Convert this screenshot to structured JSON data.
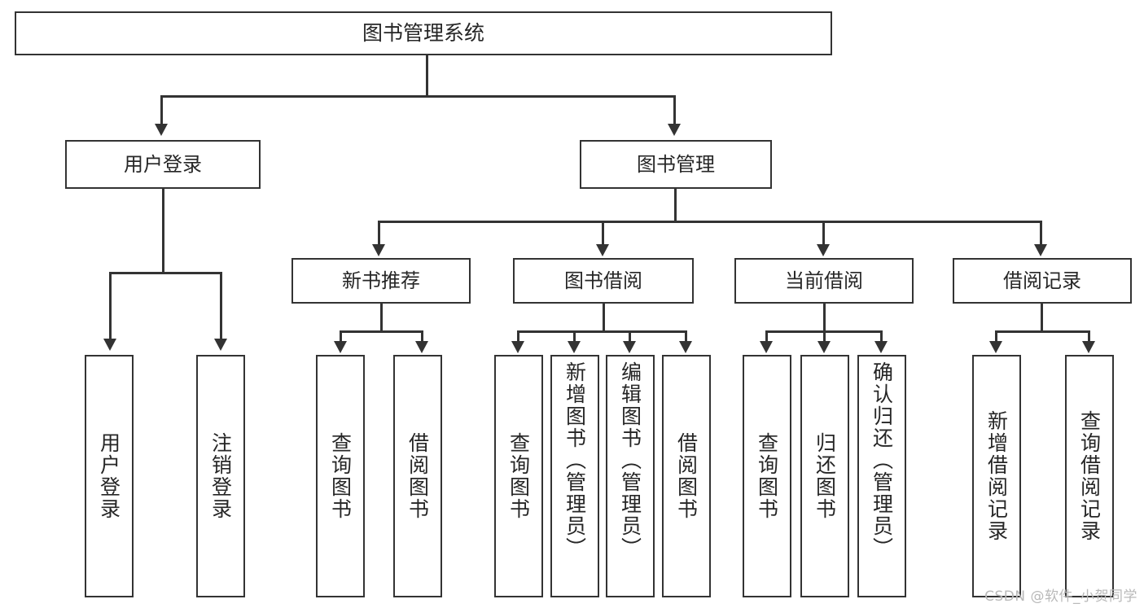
{
  "diagram": {
    "type": "tree-hierarchy",
    "title": "图书管理系统",
    "root": {
      "label": "图书管理系统"
    },
    "level2": [
      {
        "id": "user-login",
        "label": "用户登录"
      },
      {
        "id": "book-management",
        "label": "图书管理"
      }
    ],
    "level3": [
      {
        "id": "new-book-recommend",
        "label": "新书推荐",
        "parent": "book-management"
      },
      {
        "id": "book-borrow",
        "label": "图书借阅",
        "parent": "book-management"
      },
      {
        "id": "current-borrow",
        "label": "当前借阅",
        "parent": "book-management"
      },
      {
        "id": "borrow-record",
        "label": "借阅记录",
        "parent": "book-management"
      }
    ],
    "leaves": [
      {
        "id": "leaf-user-login",
        "label": "用户登录",
        "parent": "user-login"
      },
      {
        "id": "leaf-logout-login",
        "label": "注销登录",
        "parent": "user-login"
      },
      {
        "id": "leaf-query-book-1",
        "label": "查询图书",
        "parent": "new-book-recommend"
      },
      {
        "id": "leaf-borrow-book-1",
        "label": "借阅图书",
        "parent": "new-book-recommend"
      },
      {
        "id": "leaf-query-book-2",
        "label": "查询图书",
        "parent": "book-borrow"
      },
      {
        "id": "leaf-add-book",
        "label": "新增图书（管理员）",
        "parent": "book-borrow"
      },
      {
        "id": "leaf-edit-book",
        "label": "编辑图书（管理员）",
        "parent": "book-borrow"
      },
      {
        "id": "leaf-borrow-book-2",
        "label": "借阅图书",
        "parent": "book-borrow"
      },
      {
        "id": "leaf-query-book-3",
        "label": "查询图书",
        "parent": "current-borrow"
      },
      {
        "id": "leaf-return-book",
        "label": "归还图书",
        "parent": "current-borrow"
      },
      {
        "id": "leaf-confirm-return",
        "label": "确认归还（管理员）",
        "parent": "current-borrow"
      },
      {
        "id": "leaf-add-record",
        "label": "新增借阅记录",
        "parent": "borrow-record"
      },
      {
        "id": "leaf-query-record",
        "label": "查询借阅记录",
        "parent": "borrow-record"
      }
    ],
    "watermark": "CSDN @软件_小贺同学",
    "colors": {
      "stroke": "#333333",
      "text": "#262626",
      "background": "#ffffff",
      "watermark": "#b9b9b9"
    }
  }
}
